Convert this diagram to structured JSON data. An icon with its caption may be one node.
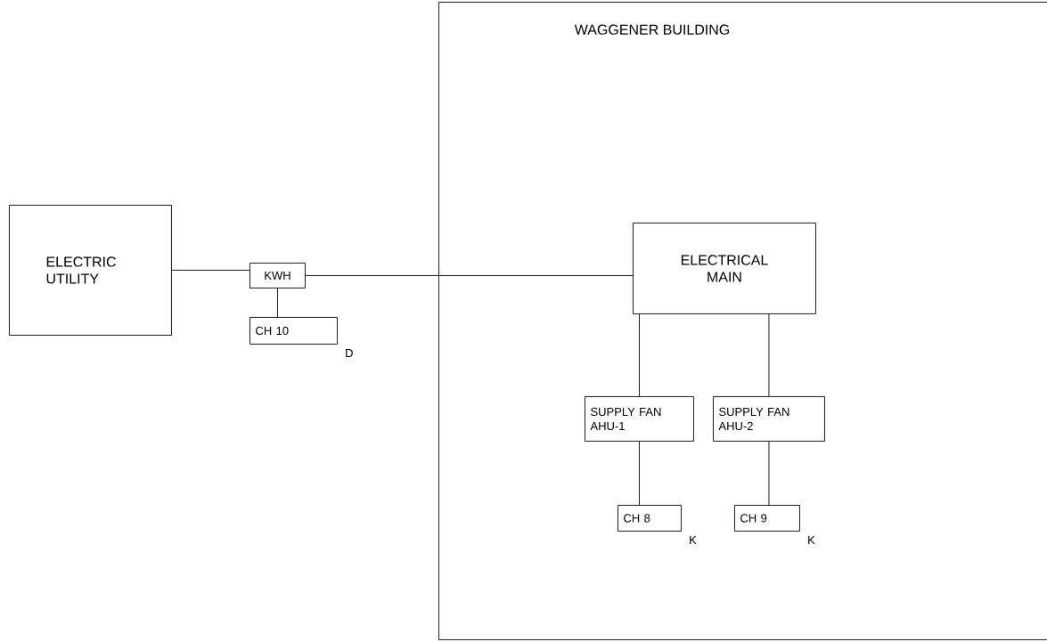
{
  "diagram": {
    "nodes": [
      {
        "text": [
          "WAGGENER BUILDING"
        ]
      },
      {
        "text": [
          "ELECTRIC UTILITY"
        ]
      },
      {
        "text": [
          "KWH"
        ]
      },
      {
        "text": [
          "CH 10"
        ],
        "beside": [
          "D"
        ]
      },
      {
        "text": [
          "ELECTRICAL MAIN"
        ],
        "in": 0
      },
      {
        "text": [
          "SUPPLY FAN AHU-1"
        ],
        "in": 0
      },
      {
        "text": [
          "SUPPLY FAN AHU-2"
        ],
        "in": 0
      },
      {
        "text": [
          "CH 8"
        ],
        "beside": [
          "K"
        ],
        "in": 0
      },
      {
        "text": [
          "CH 9"
        ],
        "beside": [
          "K"
        ],
        "in": 0
      }
    ],
    "edges": [
      {
        "from": 1,
        "to": 2,
        "arrow": "none"
      },
      {
        "from": 2,
        "to": 4,
        "arrow": "none"
      },
      {
        "from": 2,
        "to": 3,
        "arrow": "none"
      },
      {
        "from": 4,
        "to": 5,
        "arrow": "none"
      },
      {
        "from": 4,
        "to": 6,
        "arrow": "none"
      },
      {
        "from": 5,
        "to": 7,
        "arrow": "none"
      },
      {
        "from": 6,
        "to": 8,
        "arrow": "none"
      }
    ]
  }
}
